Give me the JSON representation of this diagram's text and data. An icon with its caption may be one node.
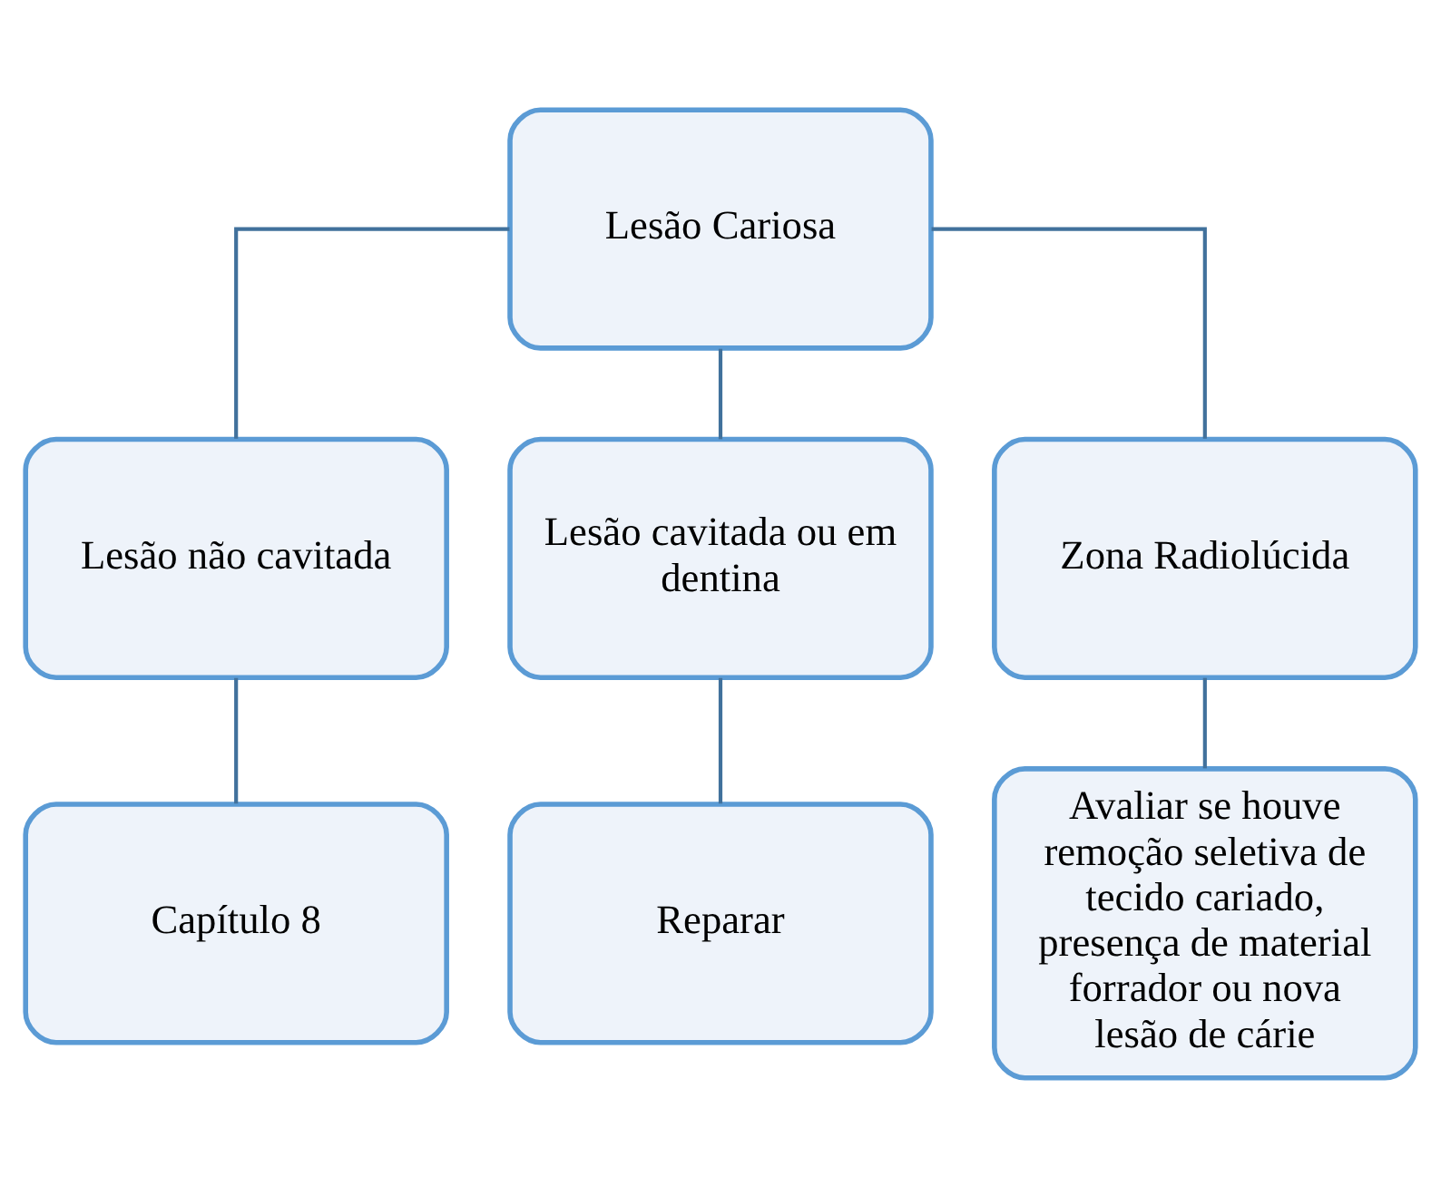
{
  "diagram": {
    "nodes": [
      {
        "text": [
          "Lesão Cariosa"
        ]
      },
      {
        "text": [
          "Lesão não cavitada"
        ]
      },
      {
        "text": [
          "Lesão cavitada ou em dentina"
        ]
      },
      {
        "text": [
          "Zona Radiolúcida"
        ]
      },
      {
        "text": [
          "Capítulo 8"
        ]
      },
      {
        "text": [
          "Reparar"
        ]
      },
      {
        "text": [
          "Avaliar se houve remoção seletiva de tecido cariado, presença de material forrador ou nova lesão de cárie"
        ]
      }
    ],
    "edges": [
      {
        "from": 0,
        "to": 1,
        "arrow": "none"
      },
      {
        "from": 0,
        "to": 2,
        "arrow": "none"
      },
      {
        "from": 0,
        "to": 3,
        "arrow": "none"
      },
      {
        "from": 1,
        "to": 4,
        "arrow": "none"
      },
      {
        "from": 2,
        "to": 5,
        "arrow": "none"
      },
      {
        "from": 3,
        "to": 6,
        "arrow": "none"
      }
    ]
  }
}
